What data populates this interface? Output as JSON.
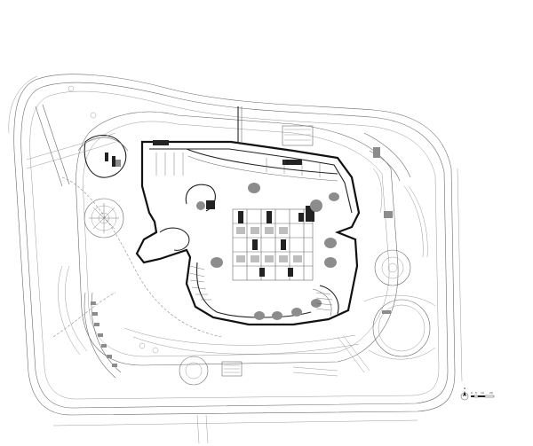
{
  "drawing": {
    "type": "architectural site plan",
    "colors": {
      "background": "#ffffff",
      "line": "#6b6b6b",
      "wall": "#111111",
      "fill_dark": "#222222",
      "fill_grey": "#8c8c8c"
    }
  },
  "north_arrow": {
    "icon": "north-arrow-icon",
    "label": "N"
  },
  "scale_bar": {
    "icon": "scale-bar-icon",
    "marks": [
      "0",
      "5",
      "10",
      "20"
    ]
  }
}
